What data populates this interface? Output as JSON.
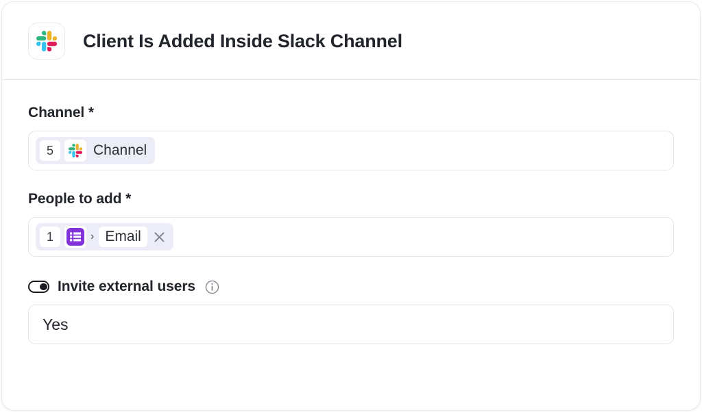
{
  "header": {
    "title": "Client Is Added Inside Slack Channel",
    "app_icon": "slack-icon"
  },
  "fields": {
    "channel": {
      "label": "Channel *",
      "token": {
        "index": "5",
        "app_icon": "slack-icon",
        "value": "Channel"
      }
    },
    "people_to_add": {
      "label": "People to add *",
      "token": {
        "index": "1",
        "app_icon": "list-table-icon",
        "separator": "›",
        "value": "Email",
        "remove": "×"
      }
    },
    "invite_external_users": {
      "label": "Invite external users",
      "toggle_state": "on",
      "info_icon": "info-circle-icon",
      "select_value": "Yes"
    }
  },
  "colors": {
    "card_border": "#e6e6ec",
    "divider": "#e4e4ec",
    "field_border": "#e4e4e6",
    "token_background": "#ededf8",
    "text_primary": "#22252b",
    "purple_app": "#8331db",
    "slack_cyan": "#36c5f0",
    "slack_green": "#2eb67d",
    "slack_yellow": "#ecb22e",
    "slack_red": "#e01e5a"
  }
}
